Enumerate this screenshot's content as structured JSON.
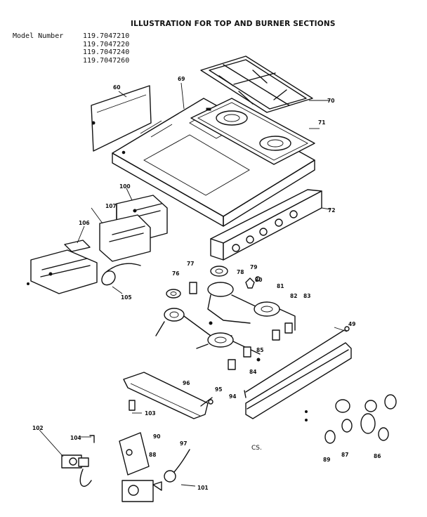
{
  "title": "ILLUSTRATION FOR TOP AND BURNER SECTIONS",
  "model_label": "Model Number",
  "model_numbers": [
    "119.7047210",
    "119.7047220",
    "119.7047240",
    "119.7047260"
  ],
  "note": "CS.",
  "callouts": [
    "60",
    "69",
    "70",
    "71",
    "72",
    "100",
    "107",
    "106",
    "105",
    "76",
    "77",
    "78",
    "79",
    "80",
    "81",
    "82",
    "83",
    "84",
    "85",
    "96",
    "95",
    "94",
    "49",
    "103",
    "102",
    "104",
    "90",
    "97",
    "88",
    "101",
    "89",
    "87",
    "86"
  ]
}
